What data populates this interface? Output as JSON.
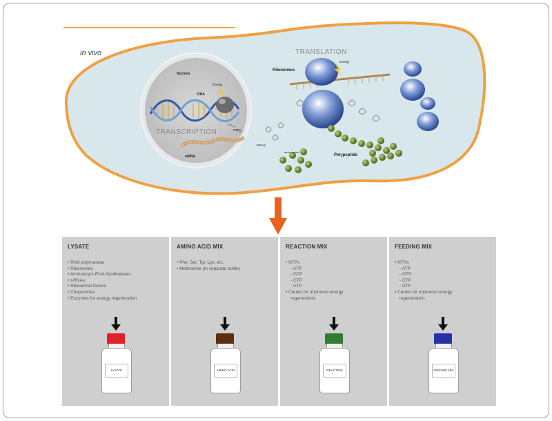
{
  "diagram": {
    "context_label": "in vivo",
    "transcription_label": "TRANSCRIPTION",
    "translation_label": "TRANSLATION",
    "labels": {
      "nucleus": "Nucleus",
      "dna": "DNA",
      "energy_transcription": "Energy",
      "ntps": "NTPs",
      "mrna": "mRNA",
      "ribosomes": "Ribosomes",
      "energy_translation": "Energy",
      "trnas": "tRNAs",
      "amino_acids": "amino acids",
      "polypeptide": "Polypeptide"
    },
    "colors": {
      "cell_outline": "#f0a040",
      "cell_fill": "#d7e7ec",
      "nucleus_fill": "#c9c9c9",
      "arrow": "#e8631f",
      "ribosome": "#2a4fa0",
      "amino_acid": "#5c7a1e"
    }
  },
  "panels": [
    {
      "title": "LYSATE",
      "items": [
        {
          "text": "• RNA polymerase",
          "indent": false
        },
        {
          "text": "• Ribosomes",
          "indent": false
        },
        {
          "text": "• Aminoacyl-t-RNA-Synthetases",
          "indent": false
        },
        {
          "text": "• t-RNAs",
          "indent": false
        },
        {
          "text": "• Ribosomal factors",
          "indent": false
        },
        {
          "text": "• Chaperones",
          "indent": false
        },
        {
          "text": "• Enzymes for energy regeneration",
          "indent": false
        }
      ],
      "cap_color": "#e0202a",
      "bottle_label": "LYSATE"
    },
    {
      "title": "AMINO ACID MIX",
      "items": [
        {
          "text": "• Phe, Ser, Tyr, Lys, etc.",
          "indent": false
        },
        {
          "text": "• Methionine (in separate bottle)",
          "indent": false
        }
      ],
      "cap_color": "#5a3010",
      "bottle_label": "AMINO ACID MIX"
    },
    {
      "title": "REACTION MIX",
      "items": [
        {
          "text": "• NTPs",
          "indent": false
        },
        {
          "text": "- ATP",
          "indent": true
        },
        {
          "text": "- GTP",
          "indent": true
        },
        {
          "text": "- CTP",
          "indent": true
        },
        {
          "text": "- UTP",
          "indent": true
        },
        {
          "text": "• Carrier for improved energy",
          "indent": false
        },
        {
          "text": "regeneration",
          "indent": true
        }
      ],
      "cap_color": "#2e7d32",
      "bottle_label": "REACTION MIX"
    },
    {
      "title": "FEEDING MIX",
      "items": [
        {
          "text": "• NTPs",
          "indent": false
        },
        {
          "text": "- ATP",
          "indent": true
        },
        {
          "text": "- GTP",
          "indent": true
        },
        {
          "text": "- CTP",
          "indent": true
        },
        {
          "text": "- UTP",
          "indent": true
        },
        {
          "text": "• Carrier for improved energy",
          "indent": false
        },
        {
          "text": "regeneration",
          "indent": true
        }
      ],
      "cap_color": "#2832a8",
      "bottle_label": "FEEDING MIX"
    }
  ]
}
